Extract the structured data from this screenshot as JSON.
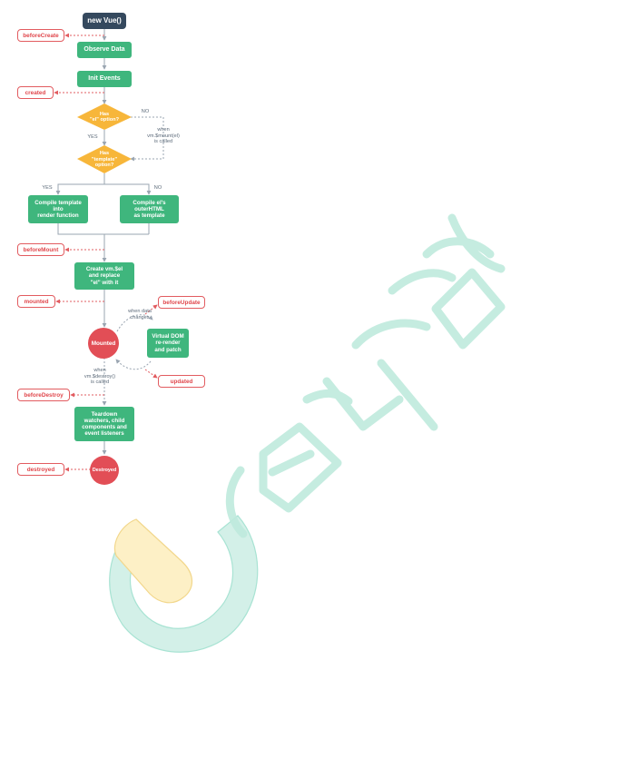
{
  "nodes": {
    "new_vue": "new Vue()",
    "observe_data": "Observe Data",
    "init_events": "Init Events",
    "has_el": "Has\n\"el\" option?",
    "has_template": "Has\n\"template\"\noption?",
    "compile_template": "Compile template\ninto\nrender function",
    "compile_el": "Compile el's\nouterHTML\nas template",
    "create_el": "Create vm.$el\nand replace\n\"el\" with it",
    "mounted_circle": "Mounted",
    "virtual_dom": "Virtual DOM\nre-render\nand patch",
    "teardown": "Teardown\nwatchers, child\ncomponents and\nevent listeners",
    "destroyed_circle": "Destroyed"
  },
  "hooks": {
    "before_create": "beforeCreate",
    "created": "created",
    "before_mount": "beforeMount",
    "mounted": "mounted",
    "before_update": "beforeUpdate",
    "updated": "updated",
    "before_destroy": "beforeDestroy",
    "destroyed": "destroyed"
  },
  "labels": {
    "no_el": "NO",
    "when_mount": "when\nvm.$mount(el)\nis called",
    "yes_el": "YES",
    "yes_template": "YES",
    "no_template": "NO",
    "when_data_changes": "when data\nchanges",
    "when_destroy": "when\nvm.$destroy()\nis called"
  },
  "colors": {
    "dark_node": "#35495e",
    "green_node": "#3fb67d",
    "decision": "#f7b63a",
    "hook_border": "#e25c60",
    "circle": "#e24e56",
    "watermark_teal": "#d3f0e8",
    "watermark_yellow": "#fdf0c6"
  }
}
